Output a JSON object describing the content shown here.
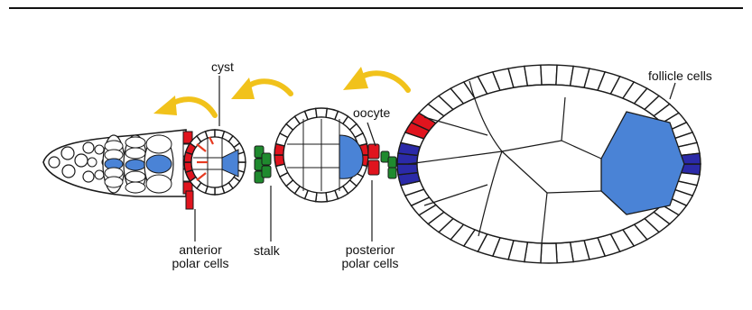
{
  "labels": {
    "cyst": "cyst",
    "oocyte": "oocyte",
    "follicle_cells": "follicle cells",
    "anterior_line1": "anterior",
    "anterior_line2": "polar cells",
    "stalk": "stalk",
    "posterior_line1": "posterior",
    "posterior_line2": "polar cells"
  },
  "colors": {
    "cell_fill": "#ffffff",
    "cytoplasm": "#ececec",
    "outline": "#1a1a1a",
    "oocyte_blue": "#4a83d6",
    "polar_red": "#e0141e",
    "posterior_purple": "#2b2aa8",
    "stalk_green": "#1f8a2e",
    "arrow_yellow": "#f1c21b",
    "signal_red": "#e63a20"
  }
}
